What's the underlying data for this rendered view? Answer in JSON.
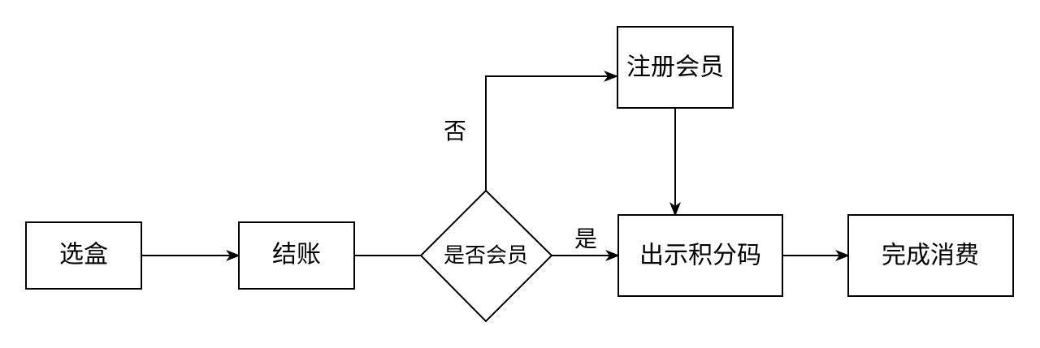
{
  "nodes": {
    "select_box": {
      "label": "选盒"
    },
    "checkout": {
      "label": "结账"
    },
    "is_member": {
      "label": "是否会员"
    },
    "register_member": {
      "label": "注册会员"
    },
    "show_points_code": {
      "label": "出示积分码"
    },
    "complete_purchase": {
      "label": "完成消费"
    }
  },
  "edges": {
    "no_label": "否",
    "yes_label": "是"
  }
}
